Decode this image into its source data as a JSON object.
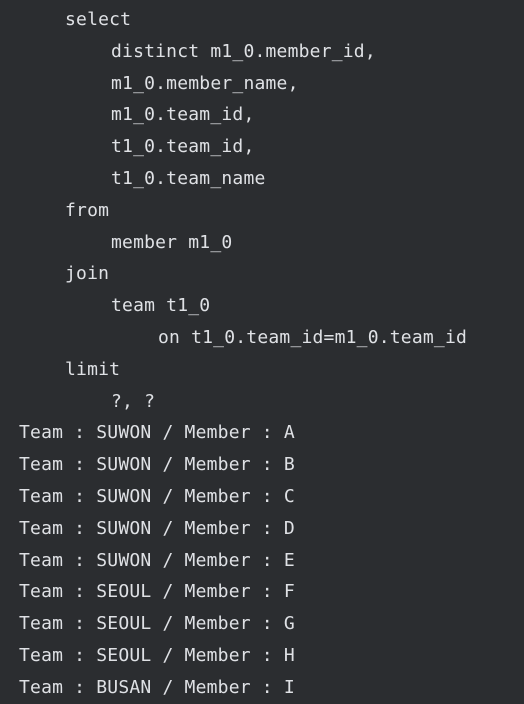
{
  "sql": {
    "select_kw": "select",
    "col1": "distinct m1_0.member_id,",
    "col2": "m1_0.member_name,",
    "col3": "m1_0.team_id,",
    "col4": "t1_0.team_id,",
    "col5": "t1_0.team_name",
    "from_kw": "from",
    "from_table": "member m1_0",
    "join_kw": "join",
    "join_table": "team t1_0",
    "join_on": "on t1_0.team_id=m1_0.team_id",
    "limit_kw": "limit",
    "limit_params": "?, ?"
  },
  "output": [
    "Team : SUWON / Member : A",
    "Team : SUWON / Member : B",
    "Team : SUWON / Member : C",
    "Team : SUWON / Member : D",
    "Team : SUWON / Member : E",
    "Team : SEOUL / Member : F",
    "Team : SEOUL / Member : G",
    "Team : SEOUL / Member : H",
    "Team : BUSAN / Member : I"
  ],
  "colors": {
    "background": "#2b2d30",
    "text": "#dfe1e5"
  }
}
